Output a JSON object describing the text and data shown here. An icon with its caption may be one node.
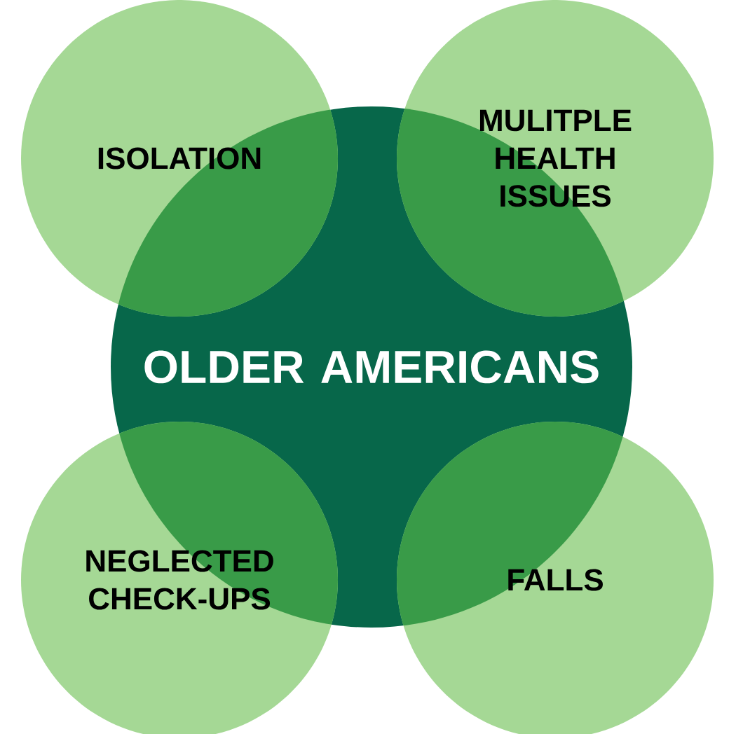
{
  "diagram": {
    "nodes": [
      {
        "text": [
          "OLDER AMERICANS"
        ]
      },
      {
        "text": [
          "ISOLATION"
        ]
      },
      {
        "text": [
          "MULITPLE HEALTH ISSUES"
        ]
      },
      {
        "text": [
          "NEGLECTED CHECK-UPS"
        ]
      },
      {
        "text": [
          "FALLS"
        ]
      }
    ]
  }
}
